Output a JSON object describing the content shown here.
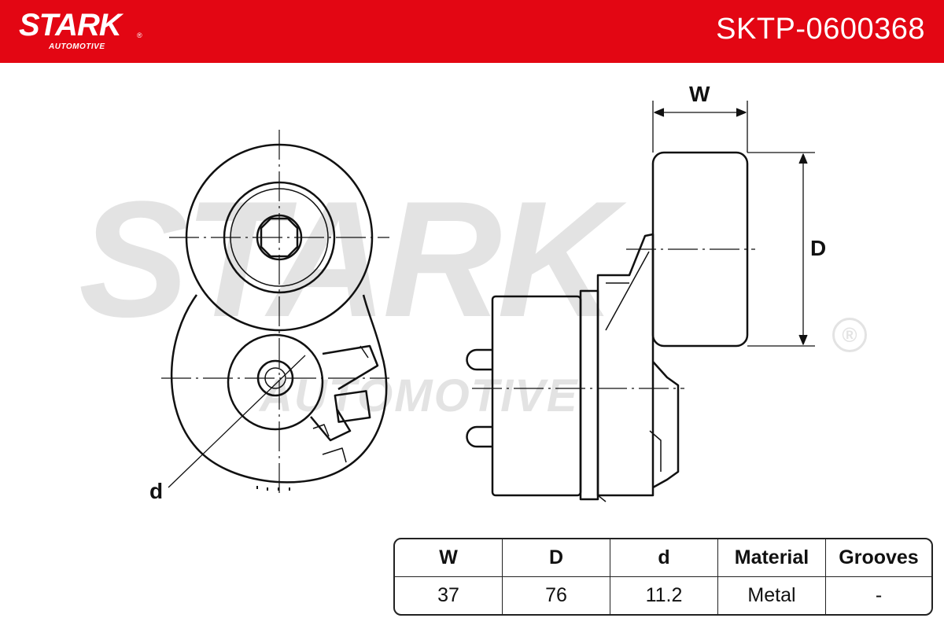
{
  "header": {
    "brand": "STARK",
    "brand_sub": "AUTOMOTIVE",
    "registered_mark": "®",
    "part_number": "SKTP-0600368",
    "background_color": "#e30613"
  },
  "watermark": {
    "main": "STARK",
    "sub": "AUTOMOTIVE",
    "registered_mark": "®"
  },
  "drawing": {
    "label_w": "W",
    "label_D": "D",
    "label_d": "d"
  },
  "specs_table": {
    "headers": [
      "W",
      "D",
      "d",
      "Material",
      "Grooves"
    ],
    "values": [
      "37",
      "76",
      "11.2",
      "Metal",
      "-"
    ]
  }
}
